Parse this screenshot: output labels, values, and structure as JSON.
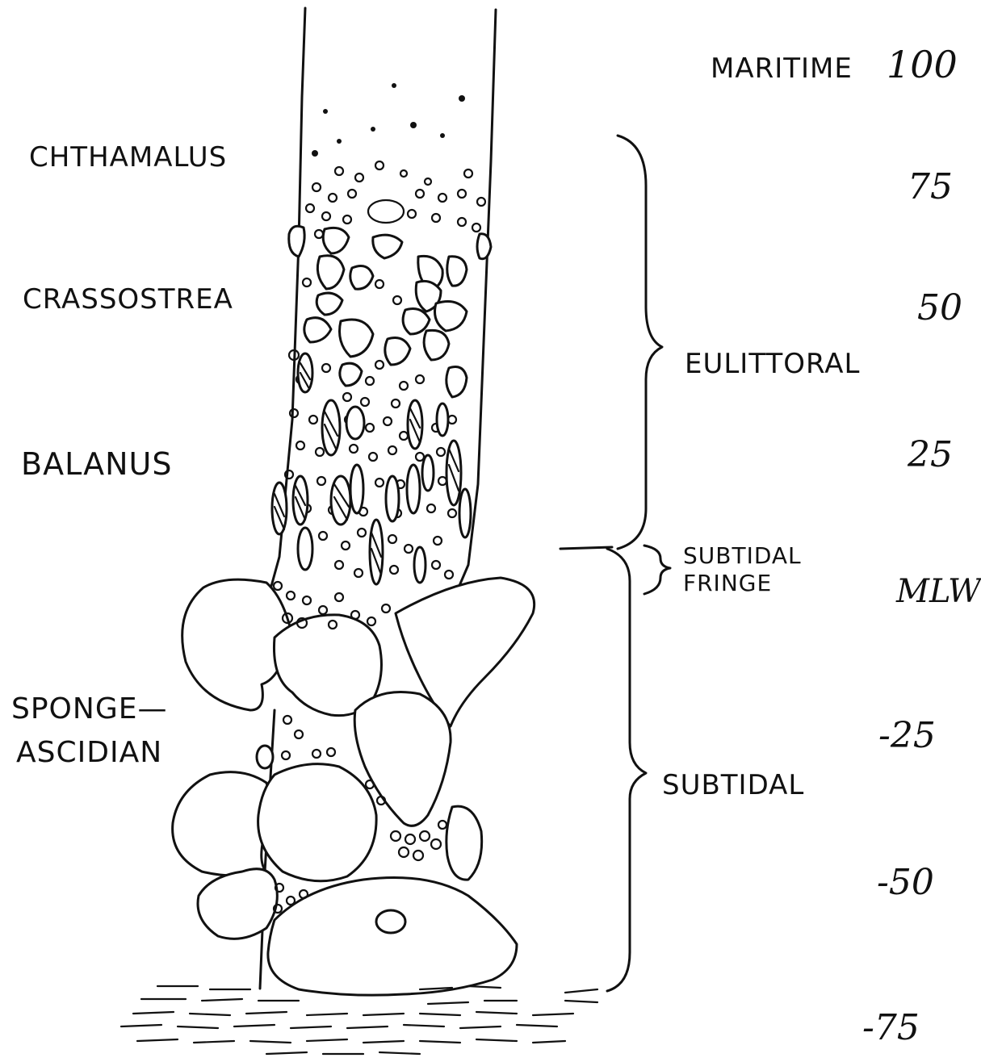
{
  "scale_labels": {
    "header": "MARITIME",
    "ticks": [
      "100",
      "75",
      "50",
      "25",
      "MLW",
      "-25",
      "-50",
      "-75"
    ]
  },
  "organism_labels": {
    "chthamalus": "CHTHAMALUS",
    "crassostrea": "CRASSOSTREA",
    "balanus": "BALANUS",
    "sponge_line1": "SPONGE—",
    "sponge_line2": "ASCIDIAN"
  },
  "zone_labels": {
    "eulittoral": "EULITTORAL",
    "subtidal_fringe_line1": "SUBTIDAL",
    "subtidal_fringe_line2": "FRINGE",
    "subtidal": "SUBTIDAL"
  }
}
